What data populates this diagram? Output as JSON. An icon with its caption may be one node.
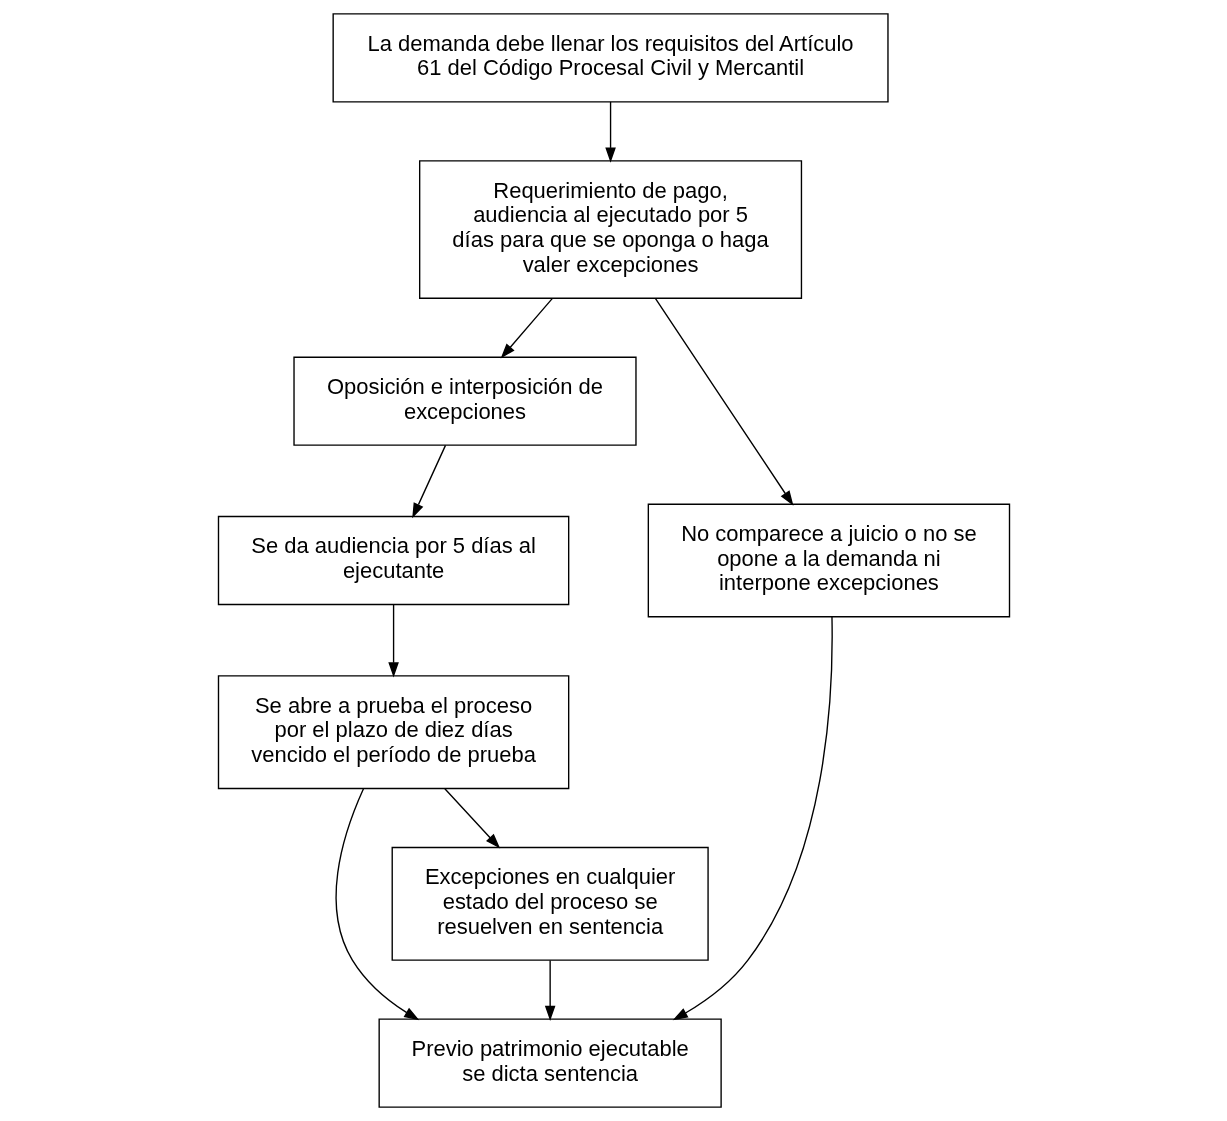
{
  "diagram": {
    "nodes": [
      {
        "text": [
          "La demanda debe llenar los requisitos del Artículo 61 del Código Procesal Civil y Mercantil"
        ]
      },
      {
        "text": [
          "Requerimiento de pago, audiencia al ejecutado por 5 días para que se oponga o haga valer excepciones"
        ]
      },
      {
        "text": [
          "Oposición e interposición de excepciones"
        ]
      },
      {
        "text": [
          "No comparece a juicio o no se opone a la demanda ni interpone excepciones"
        ]
      },
      {
        "text": [
          "Se da audiencia por 5 días al ejecutante"
        ]
      },
      {
        "text": [
          "Se abre a prueba el proceso por el plazo de diez días vencido el período de prueba"
        ]
      },
      {
        "text": [
          "Previo patrimonio ejecutable se dicta sentencia"
        ]
      },
      {
        "text": [
          "Excepciones en cualquier estado del proceso se resuelven en sentencia"
        ]
      }
    ],
    "edges": [
      {
        "from": 0,
        "to": 1,
        "arrow": "to"
      },
      {
        "from": 1,
        "to": 2,
        "arrow": "to"
      },
      {
        "from": 1,
        "to": 3,
        "arrow": "to"
      },
      {
        "from": 2,
        "to": 4,
        "arrow": "to"
      },
      {
        "from": 4,
        "to": 5,
        "arrow": "to"
      },
      {
        "from": 5,
        "to": 6,
        "arrow": "to"
      },
      {
        "from": 3,
        "to": 6,
        "arrow": "to"
      },
      {
        "from": 5,
        "to": 7,
        "arrow": "to"
      },
      {
        "from": 7,
        "to": 6,
        "arrow": "to"
      }
    ]
  }
}
